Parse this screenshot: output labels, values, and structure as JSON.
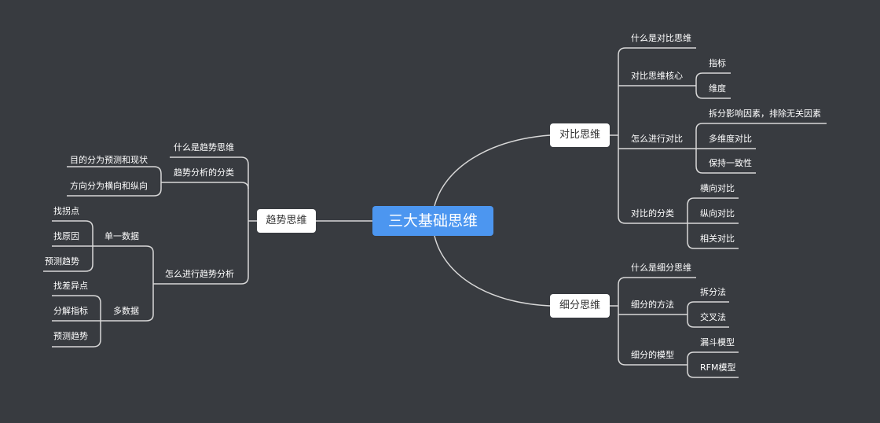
{
  "root": "三大基础思维",
  "duibi": {
    "title": "对比思维",
    "what": "什么是对比思维",
    "core": {
      "label": "对比思维核心",
      "items": [
        "指标",
        "维度"
      ]
    },
    "how": {
      "label": "怎么进行对比",
      "items": [
        "拆分影响因素，排除无关因素",
        "多维度对比",
        "保持一致性"
      ]
    },
    "types": {
      "label": "对比的分类",
      "items": [
        "横向对比",
        "纵向对比",
        "相关对比"
      ]
    }
  },
  "xifen": {
    "title": "细分思维",
    "what": "什么是细分思维",
    "methods": {
      "label": "细分的方法",
      "items": [
        "拆分法",
        "交叉法"
      ]
    },
    "models": {
      "label": "细分的模型",
      "items": [
        "漏斗模型",
        "RFM模型"
      ]
    }
  },
  "qushi": {
    "title": "趋势思维",
    "what": "什么是趋势思维",
    "types": {
      "label": "趋势分析的分类",
      "items": [
        "目的分为预测和现状",
        "方向分为横向和纵向"
      ]
    },
    "how": {
      "label": "怎么进行趋势分析",
      "single": {
        "label": "单一数据",
        "items": [
          "找拐点",
          "找原因",
          "预测趋势"
        ]
      },
      "multi": {
        "label": "多数据",
        "items": [
          "找差异点",
          "分解指标",
          "预测趋势"
        ]
      }
    }
  }
}
